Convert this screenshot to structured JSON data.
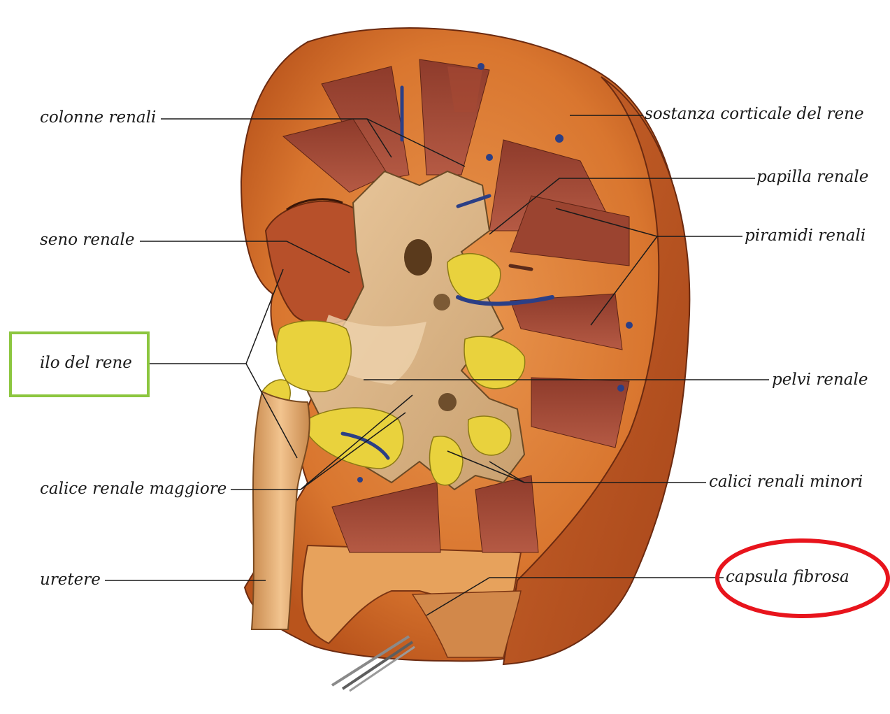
{
  "labels_left": [
    {
      "id": "colonne-renali",
      "text": "colonne renali"
    },
    {
      "id": "seno-renale",
      "text": "seno renale"
    },
    {
      "id": "ilo-del-rene",
      "text": "ilo del rene"
    },
    {
      "id": "calice-renale-maggiore",
      "text": "calice renale maggiore"
    },
    {
      "id": "uretere",
      "text": "uretere"
    }
  ],
  "labels_right": [
    {
      "id": "sostanza-corticale",
      "text": "sostanza corticale del rene"
    },
    {
      "id": "papilla-renale",
      "text": "papilla renale"
    },
    {
      "id": "piramidi-renali",
      "text": "piramidi renali"
    },
    {
      "id": "pelvi-renale",
      "text": "pelvi renale"
    },
    {
      "id": "calici-renali-minori",
      "text": "calici renali minori"
    },
    {
      "id": "capsula-fibrosa",
      "text": "capsula fibrosa"
    }
  ],
  "highlights": {
    "box_color": "#8cc63f",
    "circle_color": "#e8141c"
  }
}
